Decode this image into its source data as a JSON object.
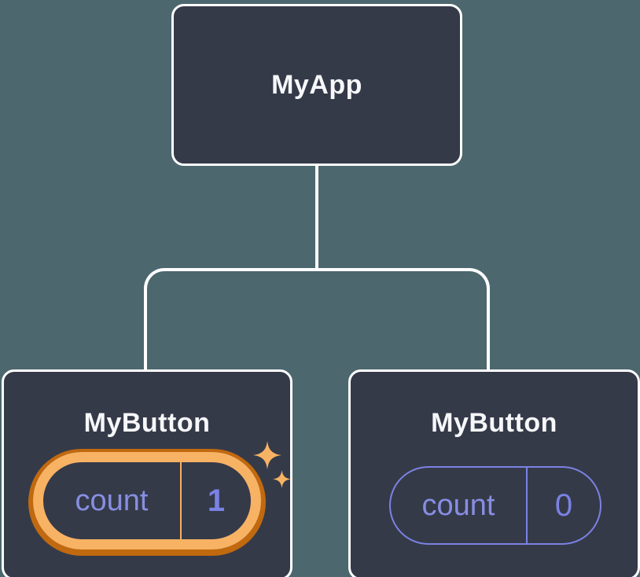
{
  "diagram": {
    "title": "React component tree with state",
    "background_color": "#4C676E",
    "node_fill_color": "#353A49",
    "node_border_color": "#FFFFFF",
    "connector_color": "#FFFFFF",
    "text_color": "#F6F7F9",
    "state_text_color": "#878EE2",
    "highlight_outer_color": "#C1690F",
    "highlight_inner_color": "#F8B264",
    "plain_pill_color": "#7B82E3",
    "sparkle_color": "#F7B364",
    "root": {
      "label": "MyApp"
    },
    "children": [
      {
        "label": "MyButton",
        "state_key": "count",
        "state_value": "1",
        "highlighted": true,
        "icon": "sparkles-icon"
      },
      {
        "label": "MyButton",
        "state_key": "count",
        "state_value": "0",
        "highlighted": false
      }
    ]
  }
}
